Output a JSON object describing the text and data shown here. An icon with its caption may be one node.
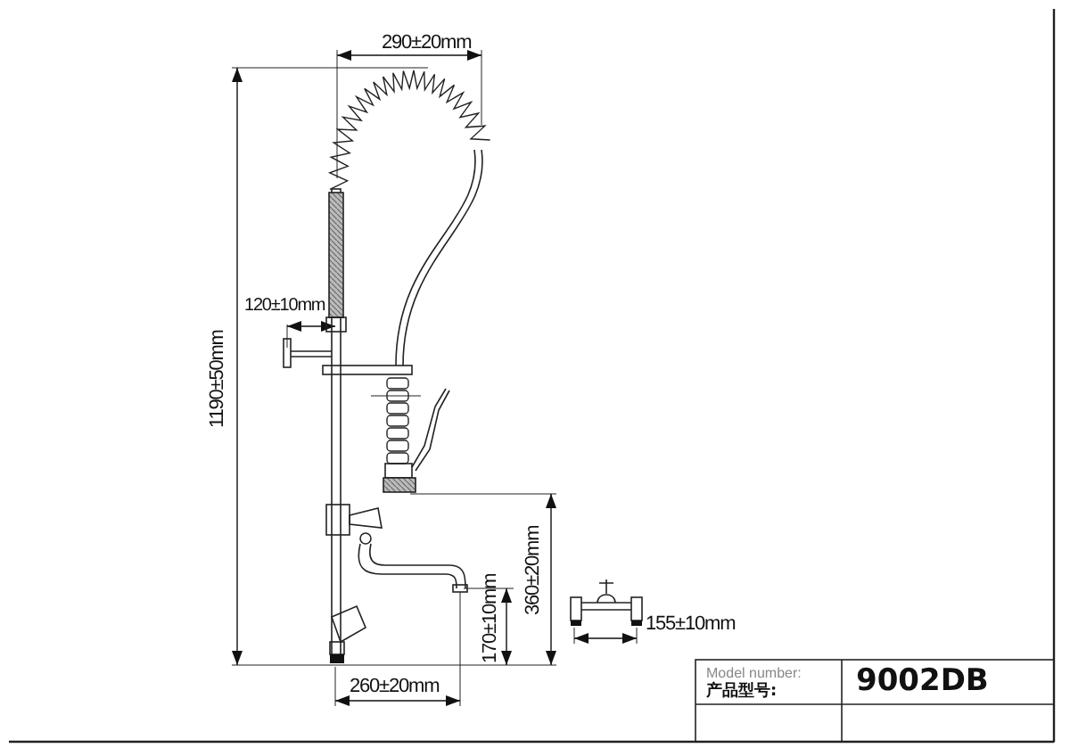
{
  "diagram": {
    "labels": [
      "290±20mm",
      "120±10mm",
      "1190±50mm",
      "360±20mm",
      "170±10mm",
      "155±10mm",
      "260±20mm",
      "Model number:",
      "产品型号:",
      "9002DB"
    ]
  }
}
